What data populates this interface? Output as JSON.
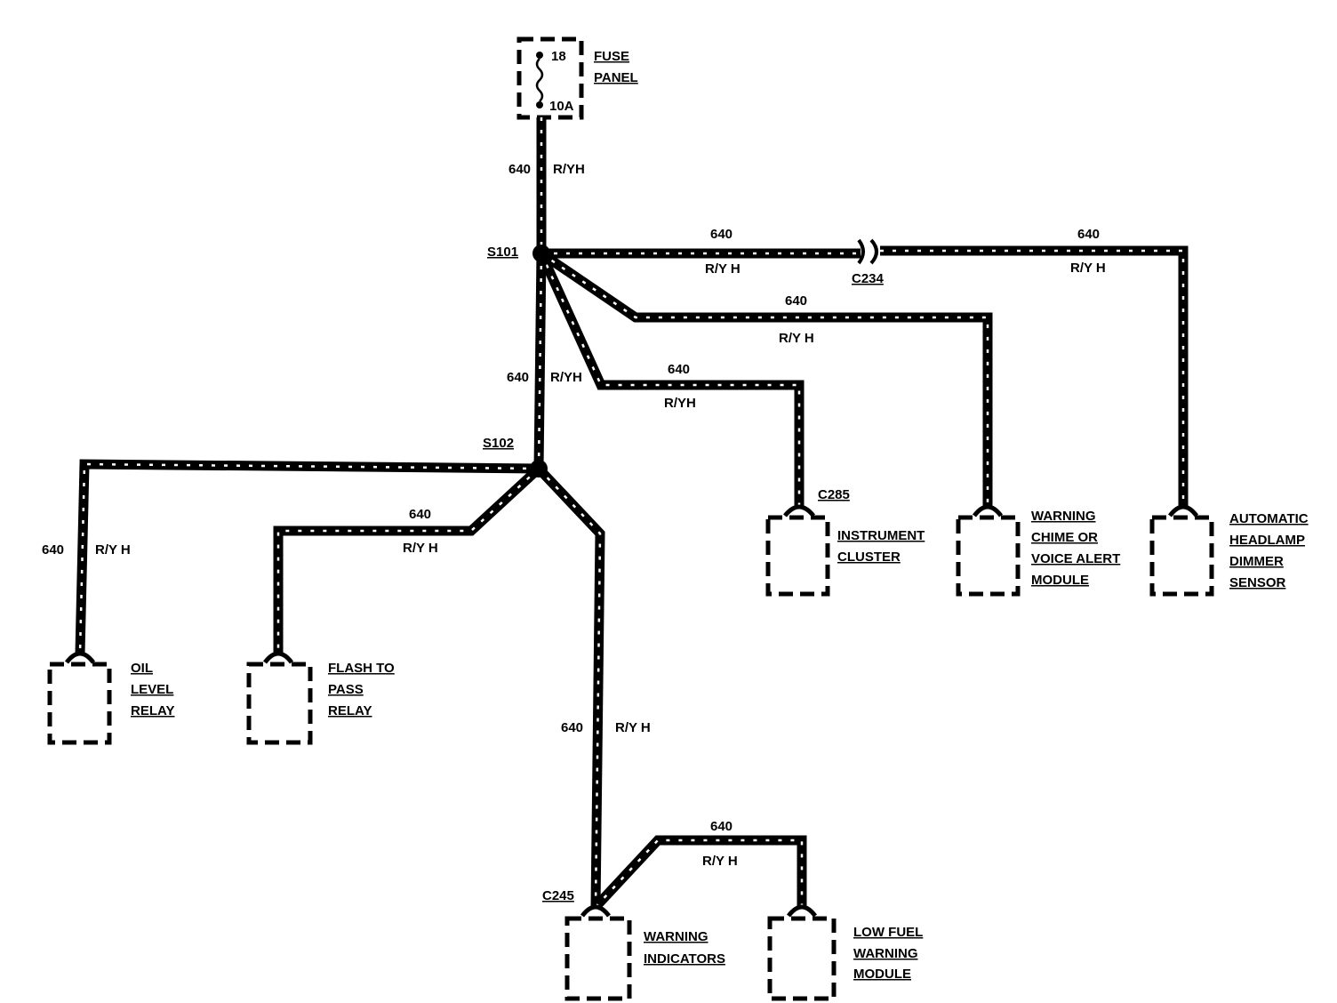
{
  "fuse_panel": {
    "fuse_number": "18",
    "rating": "10A",
    "label_line1": "FUSE",
    "label_line2": "PANEL"
  },
  "splices": {
    "s101": "S101",
    "s102": "S102"
  },
  "connectors": {
    "c234": "C234",
    "c285": "C285",
    "c245": "C245"
  },
  "wire": {
    "circuit": "640",
    "color_a": "R/YH",
    "color_b": "R/Y H",
    "color_c": "640"
  },
  "components": {
    "instrument_cluster": [
      "INSTRUMENT",
      "CLUSTER"
    ],
    "warning_chime": [
      "WARNING",
      "CHIME OR",
      "VOICE ALERT",
      "MODULE"
    ],
    "headlamp_sensor": [
      "AUTOMATIC",
      "HEADLAMP",
      "DIMMER",
      "SENSOR"
    ],
    "oil_level_relay": [
      "OIL",
      "LEVEL",
      "RELAY"
    ],
    "flash_to_pass_relay": [
      "FLASH TO",
      "PASS",
      "RELAY"
    ],
    "warning_indicators": [
      "WARNING",
      "INDICATORS"
    ],
    "low_fuel_module": [
      "LOW FUEL",
      "WARNING",
      "MODULE"
    ]
  }
}
